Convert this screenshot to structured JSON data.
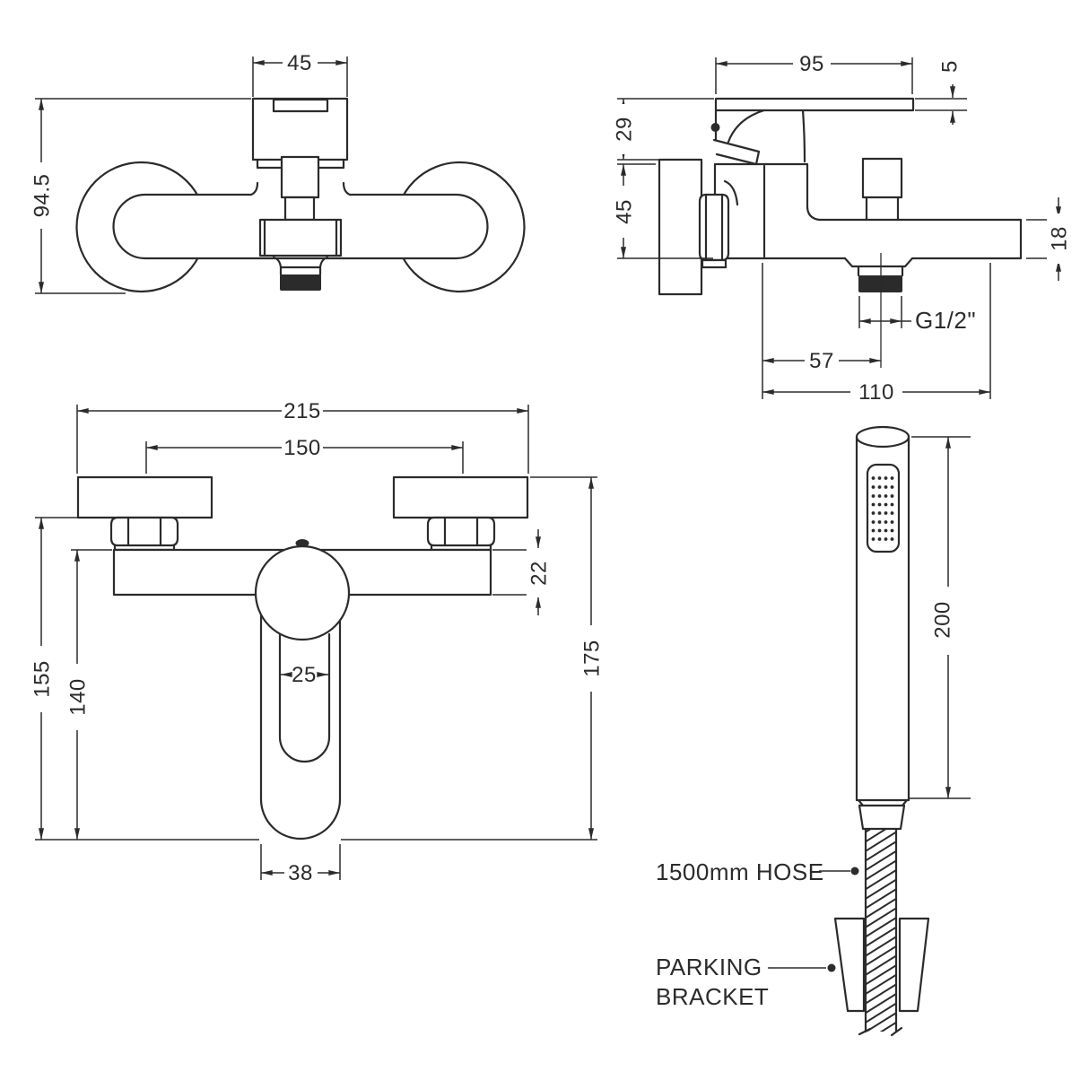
{
  "page": {
    "background": "#ffffff",
    "line_color": "#2b2b2b"
  },
  "views": {
    "top_view": {
      "dims": {
        "valve_width": "45",
        "overall_depth": "94.5"
      }
    },
    "side_view": {
      "dims": {
        "handle_length": "95",
        "lever_thickness": "5",
        "handle_rise": "29",
        "body_diameter": "45",
        "spout_depth": "18",
        "outlet_thread": "G1/2\"",
        "wall_to_outlet": "57",
        "projection": "110"
      }
    },
    "front_view": {
      "dims": {
        "overall_width": "215",
        "fixing_centres": "150",
        "body_depth": "22",
        "handle_slot_width": "25",
        "nut_to_handle_end": "155",
        "body_to_handle_end": "140",
        "overall_height": "175",
        "handle_width": "38"
      }
    },
    "handset_view": {
      "dims": {
        "handset_length": "200"
      },
      "labels": {
        "hose": "1500mm HOSE",
        "bracket_line1": "PARKING",
        "bracket_line2": "BRACKET"
      }
    }
  }
}
